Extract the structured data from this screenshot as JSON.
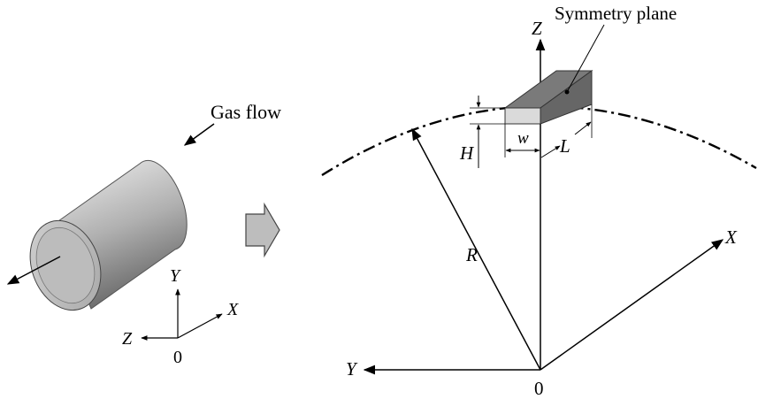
{
  "left": {
    "gas_flow_label": "Gas flow",
    "axes": {
      "y": "Y",
      "x": "X",
      "z": "Z",
      "origin": "0"
    }
  },
  "right": {
    "symmetry_plane_label": "Symmetry plane",
    "axes": {
      "z": "Z",
      "x": "X",
      "y": "Y",
      "origin": "0"
    },
    "dims": {
      "height": "H",
      "width": "w",
      "length": "L",
      "radius": "R"
    }
  },
  "colors": {
    "cylinder_dark": "#6e6e6e",
    "cylinder_light": "#e6e6e6",
    "block_top": "#7a7a7a",
    "block_front": "#d8d8d8",
    "arrow_fill": "#bdbdbd"
  }
}
